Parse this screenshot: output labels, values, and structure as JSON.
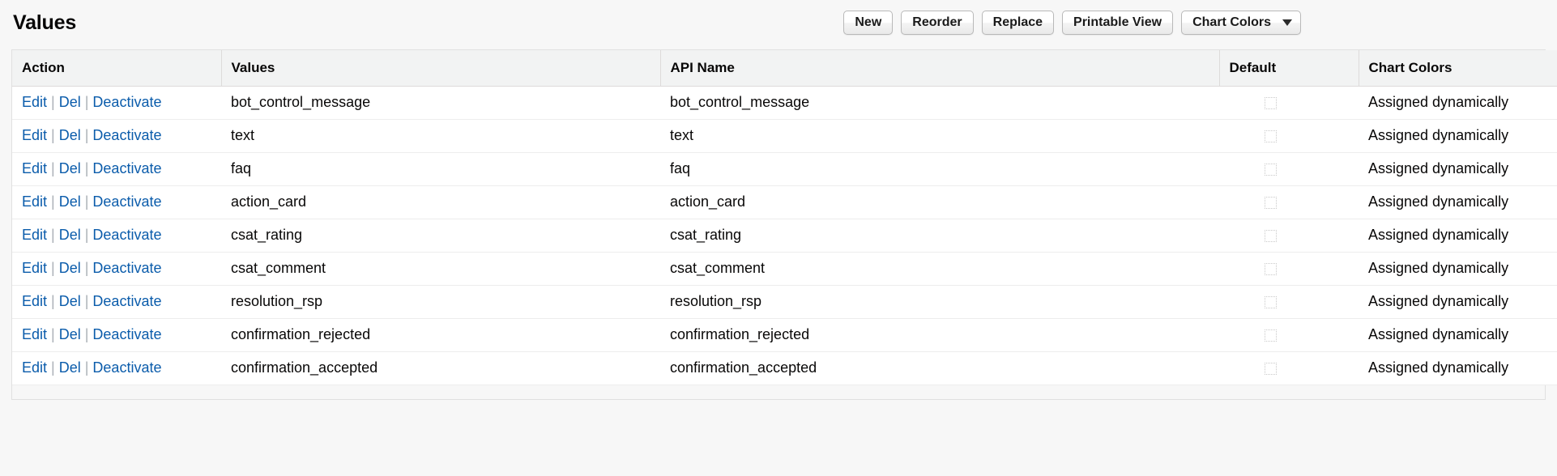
{
  "header": {
    "title": "Values"
  },
  "toolbar": {
    "buttons": [
      {
        "label": "New",
        "name": "new-button"
      },
      {
        "label": "Reorder",
        "name": "reorder-button"
      },
      {
        "label": "Replace",
        "name": "replace-button"
      },
      {
        "label": "Printable View",
        "name": "printable-view-button"
      }
    ],
    "dropdown": {
      "label": "Chart Colors",
      "caret_icon": "chevron-down-icon"
    }
  },
  "table": {
    "columns": [
      {
        "key": "action",
        "label": "Action"
      },
      {
        "key": "values",
        "label": "Values"
      },
      {
        "key": "apiname",
        "label": "API Name"
      },
      {
        "key": "blank",
        "label": ""
      },
      {
        "key": "default",
        "label": "Default"
      },
      {
        "key": "chart",
        "label": "Chart Colors"
      }
    ],
    "row_actions": [
      {
        "label": "Edit",
        "name": "row-edit-link"
      },
      {
        "label": "Del",
        "name": "row-del-link"
      },
      {
        "label": "Deactivate",
        "name": "row-deactivate-link"
      }
    ],
    "action_separator": "|",
    "rows": [
      {
        "values": "bot_control_message",
        "apiname": "bot_control_message",
        "default": false,
        "chart": "Assigned dynamically"
      },
      {
        "values": "text",
        "apiname": "text",
        "default": false,
        "chart": "Assigned dynamically"
      },
      {
        "values": "faq",
        "apiname": "faq",
        "default": false,
        "chart": "Assigned dynamically"
      },
      {
        "values": "action_card",
        "apiname": "action_card",
        "default": false,
        "chart": "Assigned dynamically"
      },
      {
        "values": "csat_rating",
        "apiname": "csat_rating",
        "default": false,
        "chart": "Assigned dynamically"
      },
      {
        "values": "csat_comment",
        "apiname": "csat_comment",
        "default": false,
        "chart": "Assigned dynamically"
      },
      {
        "values": "resolution_rsp",
        "apiname": "resolution_rsp",
        "default": false,
        "chart": "Assigned dynamically"
      },
      {
        "values": "confirmation_rejected",
        "apiname": "confirmation_rejected",
        "default": false,
        "chart": "Assigned dynamically"
      },
      {
        "values": "confirmation_accepted",
        "apiname": "confirmation_accepted",
        "default": false,
        "chart": "Assigned dynamically"
      }
    ]
  },
  "colors": {
    "link": "#0b5cab",
    "page_background": "#f7f7f7",
    "header_row_background": "#f2f3f3",
    "row_background": "#ffffff",
    "border": "#dddbda",
    "text": "#080707"
  }
}
